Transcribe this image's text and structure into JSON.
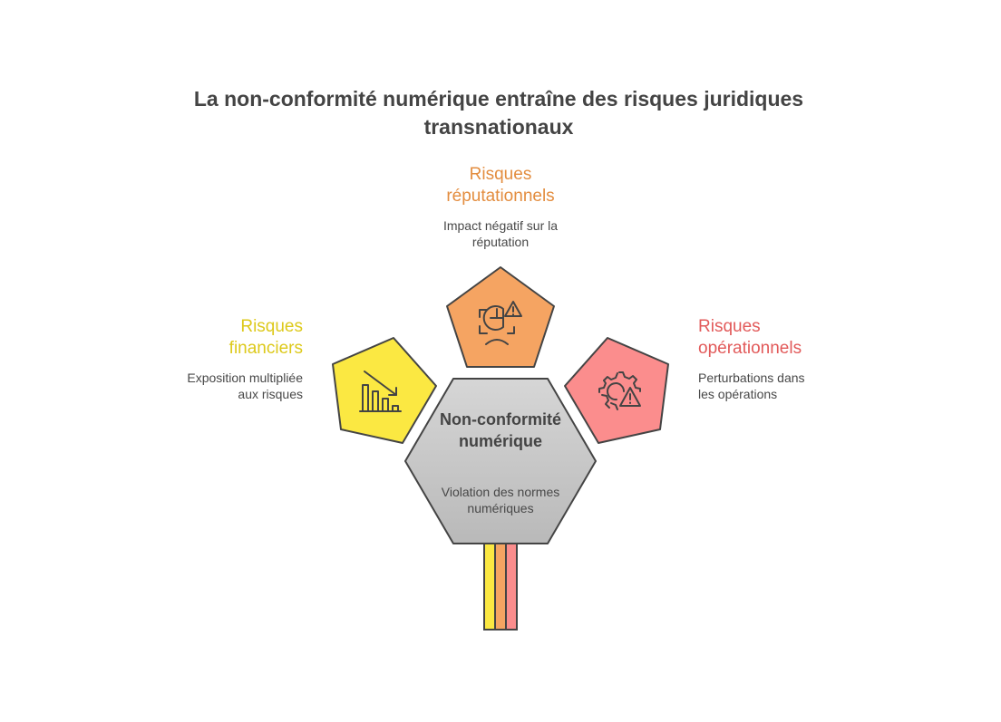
{
  "title": "La non-conformité numérique entraîne des risques juridiques transnationaux",
  "center": {
    "label": "Non-conformité numérique",
    "description": "Violation des normes numériques",
    "color": "#c2c2c2"
  },
  "categories": [
    {
      "title": "Risques réputationnels",
      "description": "Impact négatif sur la réputation",
      "color": "#f5a462",
      "text_color": "#e38d3f",
      "icon": "face-pie-warning-icon"
    },
    {
      "title": "Risques financiers",
      "description": "Exposition multipliée aux risques",
      "color": "#fbe842",
      "text_color": "#ddc91a",
      "icon": "declining-bar-chart-icon"
    },
    {
      "title": "Risques opérationnels",
      "description": "Perturbations dans les opérations",
      "color": "#fb8d8d",
      "text_color": "#e25a5a",
      "icon": "gear-warning-icon"
    }
  ]
}
